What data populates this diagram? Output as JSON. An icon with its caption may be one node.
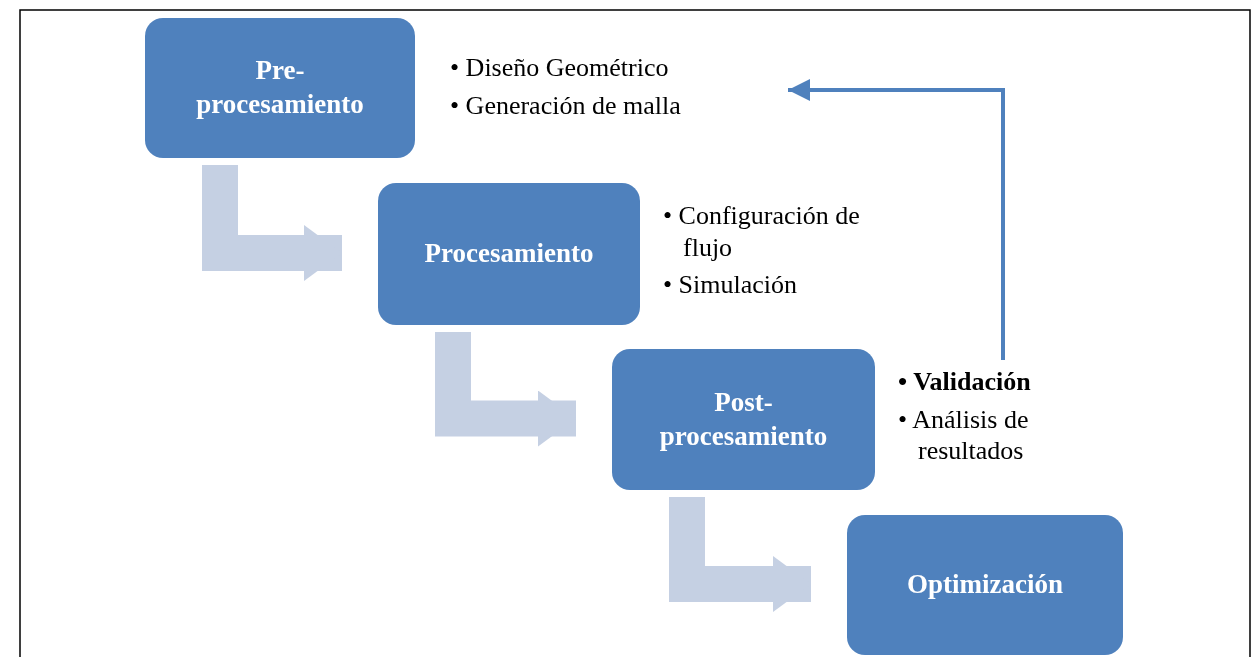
{
  "diagram": {
    "nodes": [
      {
        "text": [
          "Pre-procesamiento"
        ]
      },
      {
        "text": [
          "• Diseño Geométrico",
          "• Generación de malla"
        ]
      },
      {
        "text": [
          "Procesamiento"
        ]
      },
      {
        "text": [
          "• Configuración de flujo",
          "• Simulación"
        ]
      },
      {
        "text": [
          "Post-procesamiento"
        ]
      },
      {
        "text": [
          "• Validación",
          "• Análisis de resultados"
        ]
      },
      {
        "text": [
          "Optimización"
        ]
      }
    ],
    "edges": [
      {
        "from": 0,
        "to": 2,
        "arrow": "to"
      },
      {
        "from": 2,
        "to": 4,
        "arrow": "to"
      },
      {
        "from": 4,
        "to": 6,
        "arrow": "to"
      },
      {
        "from": 5,
        "to": 1,
        "arrow": "to",
        "color": "#4f81bd"
      }
    ]
  }
}
